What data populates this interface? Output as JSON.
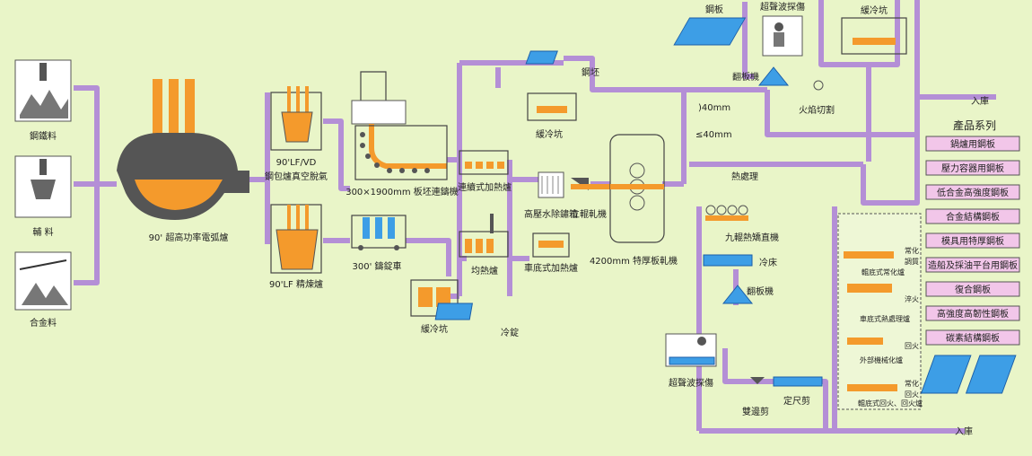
{
  "labels": {
    "steel_scrap": "鋼鐵料",
    "auxiliary": "輔 料",
    "alloy": "合金料",
    "eaf": "90' 超高功率電弧爐",
    "lf_vd": "90'LF/VD",
    "ladle_vacuum": "鋼包爐真空脫氣",
    "lf_refining": "90'LF 精煉爐",
    "caster": "300×1900mm 板坯連鑄機",
    "ingot_car": "300' 鑄錠車",
    "slow_cool_pit_1": "緩冷坑",
    "cold_ingot": "冷錠",
    "continuous_furnace": "連續式加熱爐",
    "soaking_furnace": "均熱爐",
    "slab": "鋼坯",
    "slow_cool_pit_2": "緩冷坑",
    "descaler": "高壓水除鏽箱",
    "vertical_mill": "立輥軋機",
    "car_furnace": "車底式加熱爐",
    "plate_mill": "4200mm 特厚板軋機",
    "gt40": ")40mm",
    "le40": "≤40mm",
    "ultrasonic_1": "超聲波探傷",
    "plate_1": "鋼板",
    "slow_cool_pit_3": "緩冷坑",
    "turnover_1": "翻板機",
    "flame_cut": "火焰切割",
    "storage_1": "入庫",
    "heat_treat": "熱處理",
    "leveler": "九輥熱矯直機",
    "cooling_bed": "冷床",
    "turnover_2": "翻板機",
    "ultrasonic_2": "超聲波探傷",
    "double_trim": "雙邊剪",
    "cut_to_length": "定尺剪",
    "storage_2": "入庫",
    "ht_normalizing": "輥底式常化爐",
    "ht_quench": "車底式熱處理爐",
    "ht_external": "外部機械化爐",
    "ht_temper": "輥底式回火、回火爐",
    "ht_side_1": "常化",
    "ht_side_2": "調質",
    "ht_side_3": "淬火",
    "ht_side_4": "回火",
    "ht_side_5": "常化",
    "ht_side_6": "回火"
  },
  "products": {
    "title": "產品系列",
    "items": [
      "鍋爐用鋼板",
      "壓力容器用鋼板",
      "低合金高強度鋼板",
      "合金結構鋼板",
      "模具用特厚鋼板",
      "造船及採油平台用鋼板",
      "復合鋼板",
      "高強度高韌性鋼板",
      "碳素結構鋼板"
    ]
  },
  "colors": {
    "background": "#e9f5c8",
    "pipe": "#b48fd6",
    "molten": "#f49a2c",
    "plate": "#3d9ee6",
    "product_box": "#f2c6e9"
  }
}
